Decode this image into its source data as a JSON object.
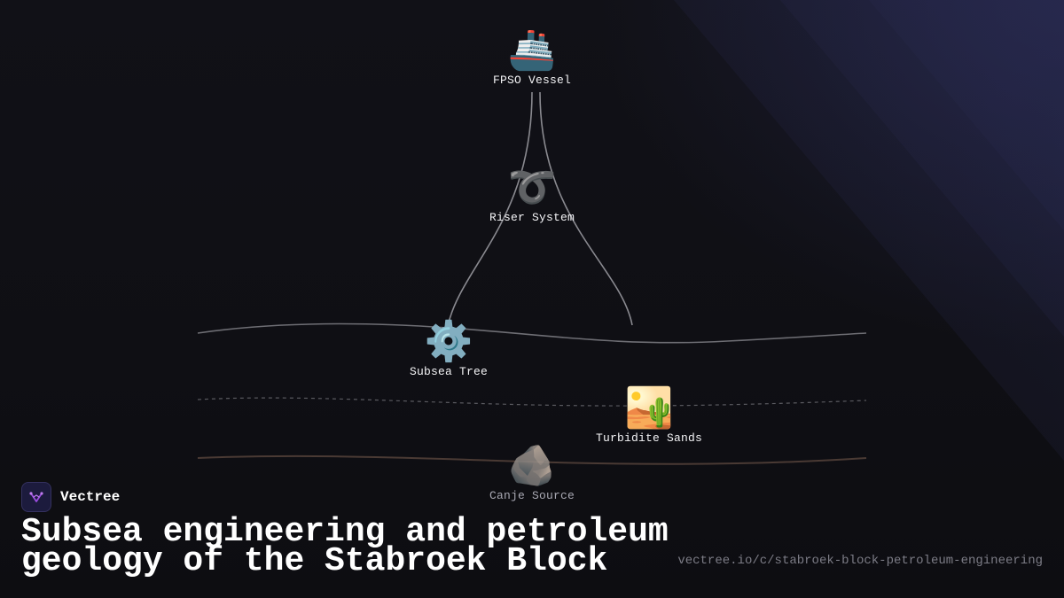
{
  "nodes": {
    "fpso": {
      "emoji": "🚢",
      "label": "FPSO Vessel"
    },
    "riser": {
      "emoji": "➰",
      "label": "Riser System"
    },
    "subsea_tree": {
      "emoji": "⚙️",
      "label": "Subsea Tree"
    },
    "turbidite": {
      "emoji": "🏜️",
      "label": "Turbidite Sands"
    },
    "canje": {
      "emoji": "🪨",
      "label": "Canje Source"
    }
  },
  "brand": {
    "name": "Vectree",
    "logo_icon": "vectree-logo-icon"
  },
  "title": "Subsea engineering and petroleum geology of the Stabroek Block",
  "url": "vectree.io/c/stabroek-block-petroleum-engineering",
  "colors": {
    "background": "#0f0f14",
    "connector": "#8a8a90",
    "seabed_line": "#6e6e74",
    "reservoir_dashed": "#5a5a60",
    "source_line": "#4a3a34",
    "logo_accent": "#9b4de0"
  }
}
